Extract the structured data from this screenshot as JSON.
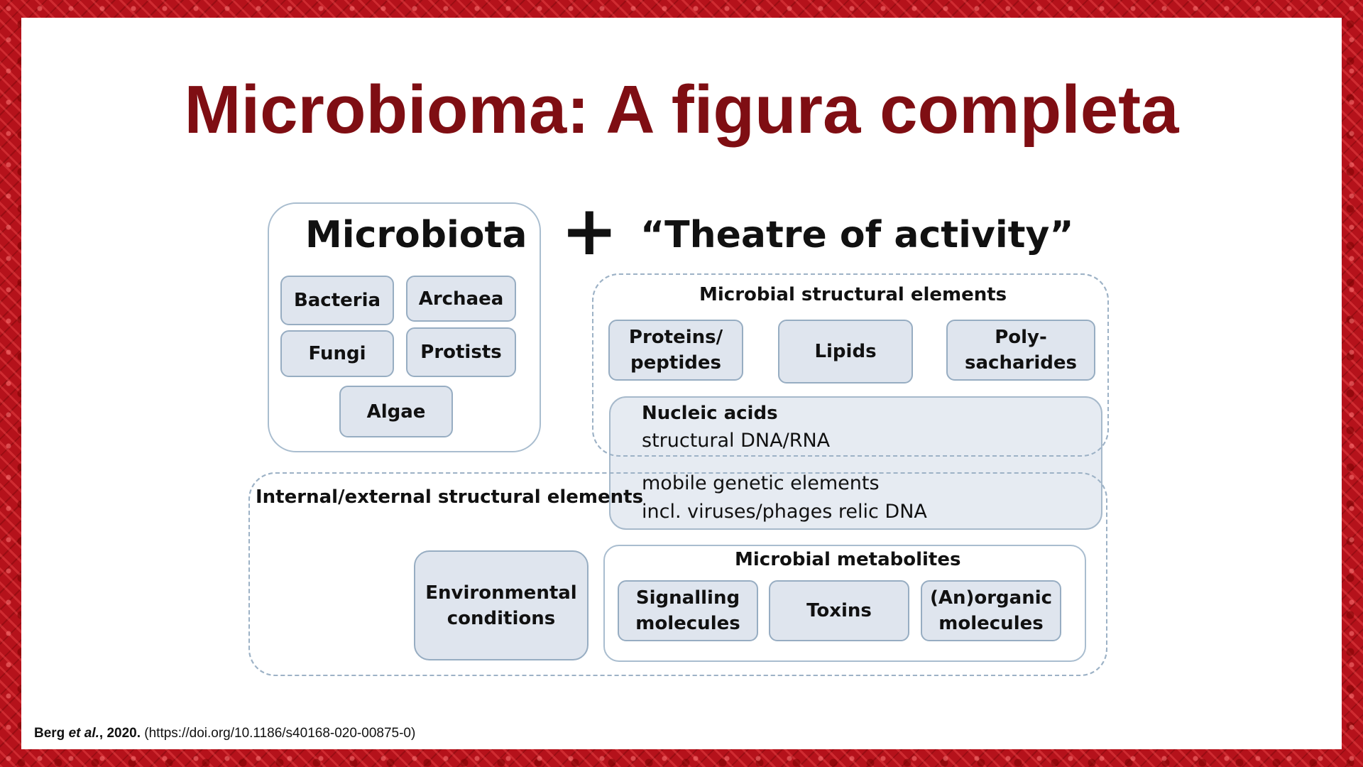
{
  "slide": {
    "title": "Microbioma: A figura completa"
  },
  "diagram": {
    "microbiota": {
      "title": "Microbiota",
      "items": [
        "Bacteria",
        "Archaea",
        "Fungi",
        "Protists",
        "Algae"
      ]
    },
    "plus_sign": "+",
    "theatre_title": "“Theatre of activity”",
    "microbial_structural": {
      "title": "Microbial structural elements",
      "items": [
        "Proteins/\npeptides",
        "Lipids",
        "Poly-\nsacharides"
      ]
    },
    "nucleic_acids": {
      "title": "Nucleic acids",
      "lines": [
        "structural DNA/RNA",
        "mobile genetic elements",
        "incl. viruses/phages relic DNA"
      ]
    },
    "internal_external": {
      "title": "Internal/external structural elements"
    },
    "environmental": "Environmental\nconditions",
    "metabolites": {
      "title": "Microbial metabolites",
      "items": [
        "Signalling\nmolecules",
        "Toxins",
        "(An)organic\nmolecules"
      ]
    }
  },
  "citation": {
    "authors_bold": "Berg",
    "etal": "et al.",
    "year": ", 2020.",
    "link": "(https://doi.org/10.1186/s40168-020-00875-0)"
  }
}
